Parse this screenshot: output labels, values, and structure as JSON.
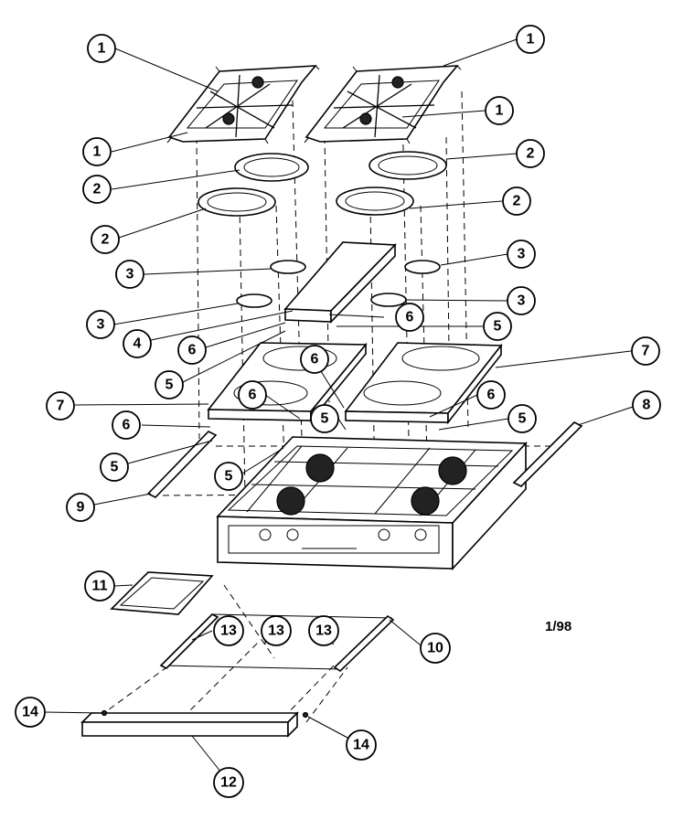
{
  "date_code": "1/98",
  "callouts": [
    {
      "label": "1"
    },
    {
      "label": "1"
    },
    {
      "label": "1"
    },
    {
      "label": "1"
    },
    {
      "label": "2"
    },
    {
      "label": "2"
    },
    {
      "label": "2"
    },
    {
      "label": "2"
    },
    {
      "label": "3"
    },
    {
      "label": "3"
    },
    {
      "label": "3"
    },
    {
      "label": "3"
    },
    {
      "label": "4"
    },
    {
      "label": "5"
    },
    {
      "label": "5"
    },
    {
      "label": "5"
    },
    {
      "label": "5"
    },
    {
      "label": "5"
    },
    {
      "label": "5"
    },
    {
      "label": "6"
    },
    {
      "label": "6"
    },
    {
      "label": "6"
    },
    {
      "label": "6"
    },
    {
      "label": "6"
    },
    {
      "label": "6"
    },
    {
      "label": "7"
    },
    {
      "label": "7"
    },
    {
      "label": "8"
    },
    {
      "label": "9"
    },
    {
      "label": "10"
    },
    {
      "label": "11"
    },
    {
      "label": "12"
    },
    {
      "label": "13"
    },
    {
      "label": "13"
    },
    {
      "label": "13"
    },
    {
      "label": "14"
    },
    {
      "label": "14"
    }
  ]
}
